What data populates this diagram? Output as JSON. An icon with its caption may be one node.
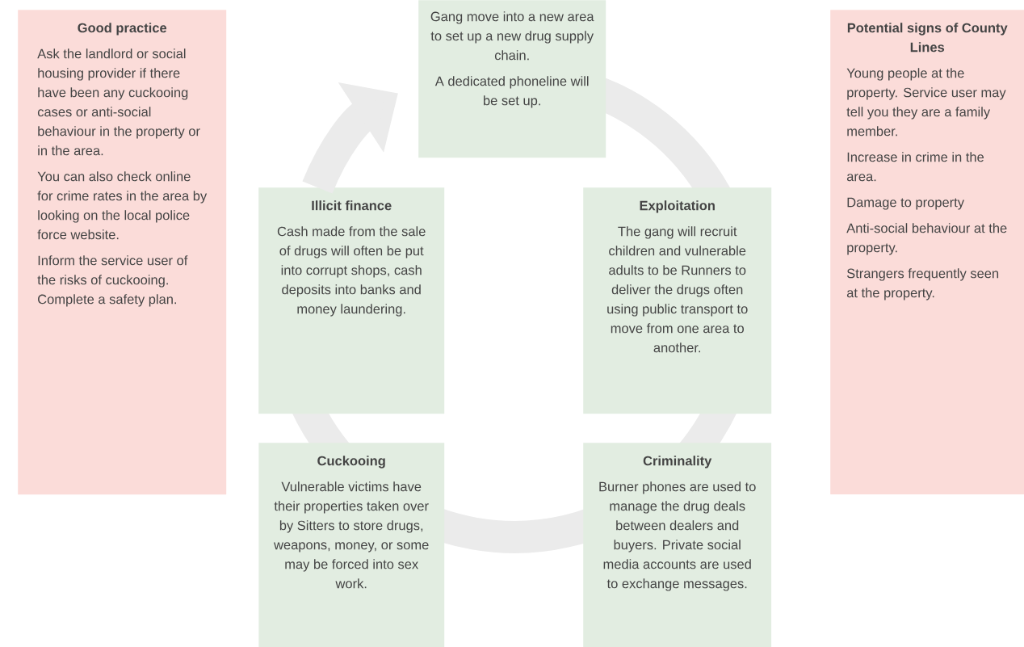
{
  "diagram": {
    "nodes": [
      {
        "text": [
          "Good practice",
          "Ask the landlord or social housing provider if there have been any cuckooing cases or anti-social behaviour in the property or in the area.",
          "You can also check online for crime rates in the area by looking on the local police force website.",
          "Inform the service user of the risks of cuckooing. Complete a safety plan."
        ]
      },
      {
        "text": [
          "Gang move into a new area to set up a new drug supply chain.",
          "A dedicated phoneline will be set up."
        ]
      },
      {
        "text": [
          "Potential signs of County Lines",
          "Young people at the property. Service user may tell you they are a family member.",
          "Increase in crime in the area.",
          "Damage to property",
          "Anti-social behaviour at the property.",
          "Strangers frequently seen at the property."
        ]
      },
      {
        "text": [
          "Illicit finance",
          "Cash made from the sale of drugs will often be put into corrupt shops, cash deposits into banks and money laundering."
        ]
      },
      {
        "text": [
          "Exploitation",
          "The gang will recruit children and vulnerable adults to be Runners to deliver the drugs often using public transport to move from one area to another."
        ]
      },
      {
        "text": [
          "Cuckooing",
          "Vulnerable victims have their properties taken over by Sitters to store drugs, weapons, money, or some may be forced into sex work."
        ]
      },
      {
        "text": [
          "Criminality",
          "Burner phones are used to manage the drug deals between dealers and buyers. Private social media accounts are used to exchange messages."
        ]
      }
    ],
    "edges": [
      {
        "from": 3,
        "to": 1,
        "arrow": "to"
      }
    ]
  }
}
